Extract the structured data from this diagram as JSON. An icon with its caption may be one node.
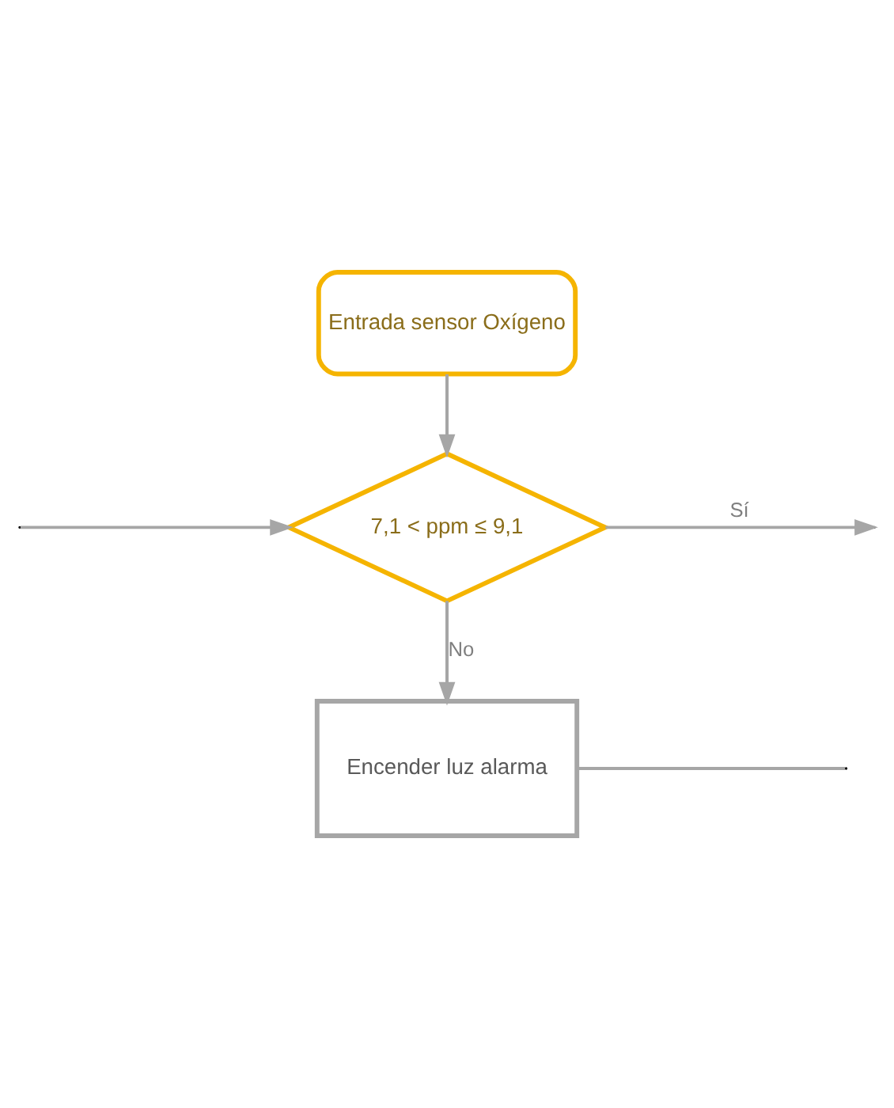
{
  "diagram": {
    "nodes": [
      {
        "text": [
          "Entrada sensor Oxígeno"
        ]
      },
      {
        "text": [
          "7,1 < ppm ≤ 9,1"
        ]
      },
      {
        "text": [
          "Encender luz alarma"
        ]
      }
    ],
    "edges": [
      {
        "from": 0,
        "to": 1,
        "arrow": "to"
      },
      {
        "from": null,
        "to": 1,
        "arrow": "to"
      },
      {
        "from": 1,
        "to": null,
        "arrow": "to",
        "label": "Sí"
      },
      {
        "from": 1,
        "to": 2,
        "arrow": "to",
        "label": "No"
      },
      {
        "from": 2,
        "to": null,
        "arrow": "none"
      }
    ]
  }
}
